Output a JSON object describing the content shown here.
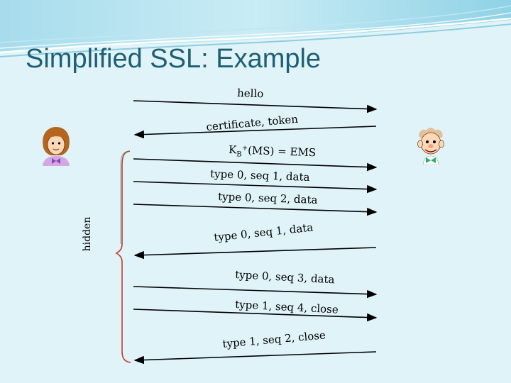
{
  "slide": {
    "title": "Simplified SSL: Example",
    "hidden_label": "hidden"
  },
  "messages": [
    {
      "text": "hello",
      "direction": "right"
    },
    {
      "text": "certificate, token",
      "direction": "left"
    },
    {
      "text": "(MS) = EMS",
      "key_main": "K",
      "key_sub": "B",
      "key_sup": "+",
      "direction": "right"
    },
    {
      "text": "type 0, seq 1, data",
      "direction": "right"
    },
    {
      "text": "type 0, seq 2, data",
      "direction": "right"
    },
    {
      "text": "type 0, seq 1, data",
      "direction": "left"
    },
    {
      "text": "type 0, seq 3, data",
      "direction": "right"
    },
    {
      "text": "type 1, seq 4, close",
      "direction": "right"
    },
    {
      "text": "type 1, seq 2, close",
      "direction": "left"
    }
  ],
  "colors": {
    "title": "#1e5f74",
    "background": "#dff3f8",
    "bracket_outer": "#c0392b",
    "bracket_inner": "#2e8b57"
  },
  "participants": {
    "left_icon": "woman-avatar-icon",
    "right_icon": "man-avatar-icon"
  }
}
